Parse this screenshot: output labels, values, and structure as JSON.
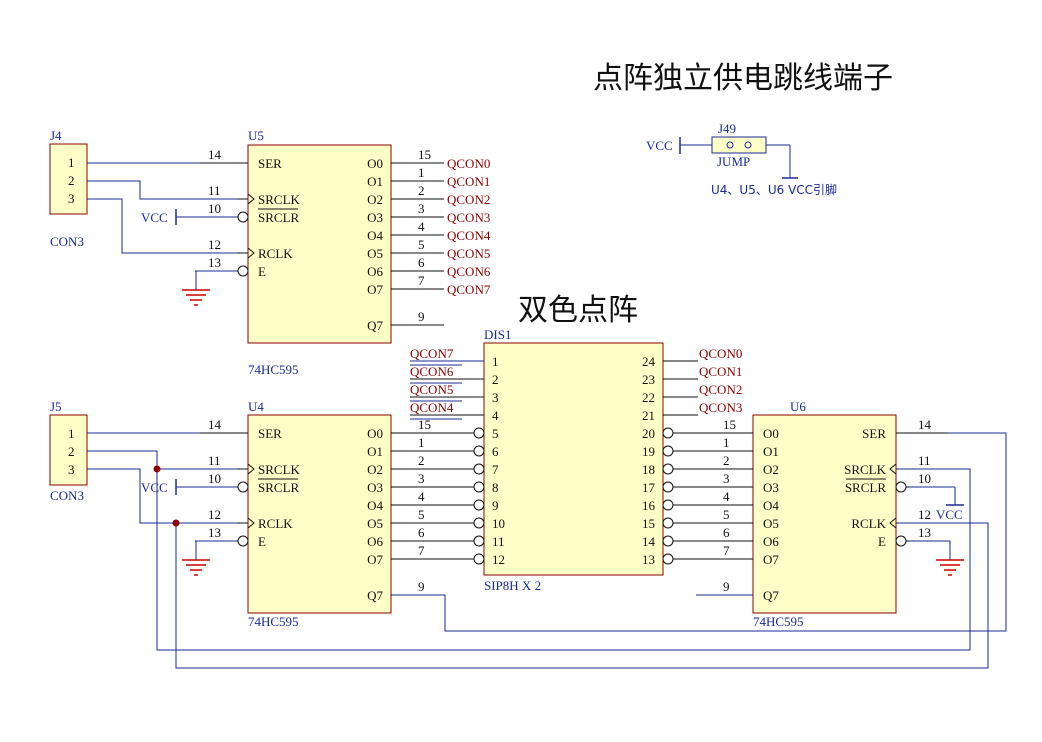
{
  "colors": {
    "body_fill": "#ffffc8",
    "body_stroke": "#8b0000",
    "wire": "#1a2a9a",
    "pin": "#111111",
    "netlabel": "#8b0000",
    "ground": "#cc0000"
  },
  "titles": {
    "power_jumper": "点阵独立供电跳线端子",
    "matrix": "双色点阵"
  },
  "connectors": {
    "j4": {
      "ref": "J4",
      "value": "CON3",
      "pins": [
        "1",
        "2",
        "3"
      ]
    },
    "j5": {
      "ref": "J5",
      "value": "CON3",
      "pins": [
        "1",
        "2",
        "3"
      ]
    }
  },
  "chips": {
    "u5": {
      "ref": "U5",
      "value": "74HC595"
    },
    "u4": {
      "ref": "U4",
      "value": "74HC595"
    },
    "u6": {
      "ref": "U6",
      "value": "74HC595"
    }
  },
  "hc595": {
    "left_pins": [
      {
        "name": "SER",
        "num": "14",
        "clock": false,
        "bubble": false,
        "overbar": false
      },
      {
        "name": "SRCLK",
        "num": "11",
        "clock": true,
        "bubble": false,
        "overbar": false
      },
      {
        "name": "SRCLR",
        "num": "10",
        "clock": false,
        "bubble": true,
        "overbar": true
      },
      {
        "name": "RCLK",
        "num": "12",
        "clock": true,
        "bubble": false,
        "overbar": false
      },
      {
        "name": "E",
        "num": "13",
        "clock": false,
        "bubble": true,
        "overbar": false
      }
    ],
    "outputs": [
      {
        "name": "O0",
        "num": "15"
      },
      {
        "name": "O1",
        "num": "1"
      },
      {
        "name": "O2",
        "num": "2"
      },
      {
        "name": "O3",
        "num": "3"
      },
      {
        "name": "O4",
        "num": "4"
      },
      {
        "name": "O5",
        "num": "5"
      },
      {
        "name": "O6",
        "num": "6"
      },
      {
        "name": "O7",
        "num": "7"
      }
    ],
    "q7": {
      "name": "Q7",
      "num": "9"
    }
  },
  "u5_nets": [
    "QCON0",
    "QCON1",
    "QCON2",
    "QCON3",
    "QCON4",
    "QCON5",
    "QCON6",
    "QCON7"
  ],
  "display": {
    "ref": "DIS1",
    "value": "SIP8H X 2",
    "left_pins": [
      "1",
      "2",
      "3",
      "4",
      "5",
      "6",
      "7",
      "8",
      "9",
      "10",
      "11",
      "12"
    ],
    "right_pins": [
      "24",
      "23",
      "22",
      "21",
      "20",
      "19",
      "18",
      "17",
      "16",
      "15",
      "14",
      "13"
    ],
    "left_nets": [
      "QCON7",
      "QCON6",
      "QCON5",
      "QCON4"
    ],
    "right_nets": [
      "QCON0",
      "QCON1",
      "QCON2",
      "QCON3"
    ]
  },
  "jumper": {
    "ref": "J49",
    "value": "JUMP",
    "vcc": "VCC",
    "note": "U4、U5、U6 VCC引脚"
  },
  "power": {
    "vcc": "VCC"
  }
}
